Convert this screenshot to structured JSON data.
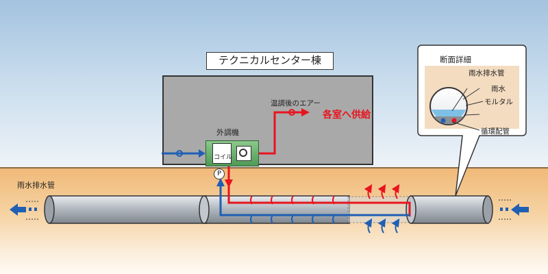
{
  "building": {
    "title": "テクニカルセンター棟"
  },
  "unit": {
    "label": "外調機",
    "coil": "コイル",
    "pump": "P"
  },
  "air": {
    "warm_air": "温調後のエアー",
    "supply": "各室へ供給"
  },
  "pipe": {
    "label": "雨水排水管"
  },
  "cross_section": {
    "title": "断面詳細",
    "labels": [
      "雨水排水管",
      "雨水",
      "モルタル",
      "循環配管"
    ]
  },
  "colors": {
    "hot": "#e8141e",
    "cold": "#1f5fb4",
    "flow_arrow": "#1f5fb4",
    "pipe": "#b9bfc6"
  }
}
